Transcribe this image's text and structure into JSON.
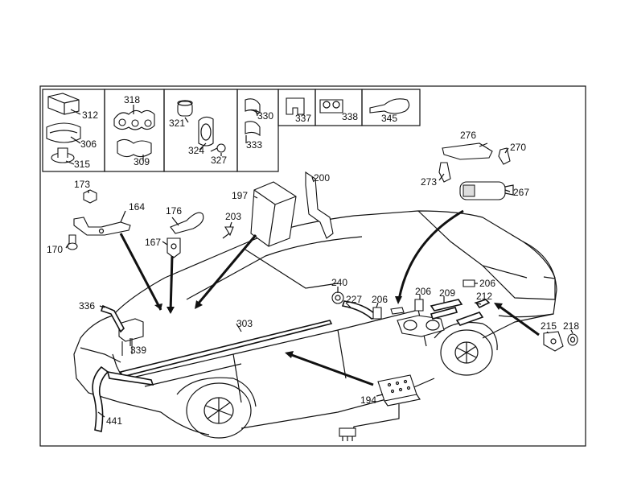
{
  "diagram": {
    "callouts": {
      "c312": "312",
      "c306": "306",
      "c315": "315",
      "c318": "318",
      "c309": "309",
      "c321": "321",
      "c324": "324",
      "c327": "327",
      "c330": "330",
      "c333": "333",
      "c337": "337",
      "c338": "338",
      "c345": "345",
      "c276": "276",
      "c270": "270",
      "c273": "273",
      "c267": "267",
      "c200": "200",
      "c197": "197",
      "c173": "173",
      "c164": "164",
      "c176": "176",
      "c203": "203",
      "c170": "170",
      "c167": "167",
      "c240": "240",
      "c227": "227",
      "c206a": "206",
      "c206b": "206",
      "c209": "209",
      "c206c": "206",
      "c212": "212",
      "c336": "336",
      "c339": "339",
      "c303": "303",
      "c215": "215",
      "c218": "218",
      "c194": "194",
      "c441": "441"
    }
  }
}
